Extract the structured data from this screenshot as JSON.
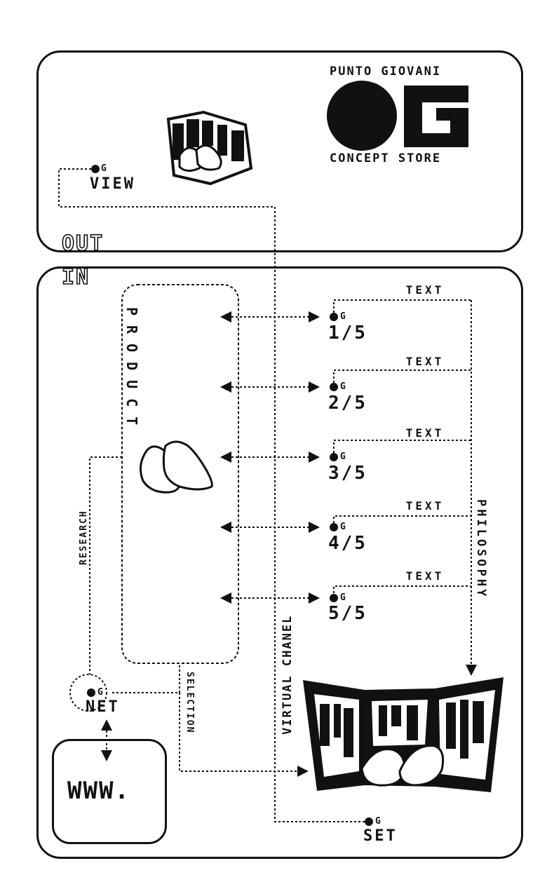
{
  "brand": {
    "name": "PUNTO GIOVANI",
    "tagline": "CONCEPT STORE",
    "logo_letters": "G"
  },
  "zones": {
    "out": "OUT",
    "in": "IN"
  },
  "nodes": {
    "view": "VIEW",
    "net": "NET",
    "set": "SET",
    "www": "WWW.",
    "g_mark": "G"
  },
  "flows": {
    "product": "PRODUCT",
    "research": "RESEARCH",
    "selection": "SELECTION",
    "virtual_chanel": "VIRTUAL CHANEL",
    "philosophy": "PHILOSOPHY"
  },
  "steps": [
    {
      "label": "1/5",
      "banner": "TEXT"
    },
    {
      "label": "2/5",
      "banner": "TEXT"
    },
    {
      "label": "3/5",
      "banner": "TEXT"
    },
    {
      "label": "4/5",
      "banner": "TEXT"
    },
    {
      "label": "5/5",
      "banner": "TEXT"
    }
  ],
  "colors": {
    "ink": "#111111",
    "paper": "#ffffff"
  }
}
